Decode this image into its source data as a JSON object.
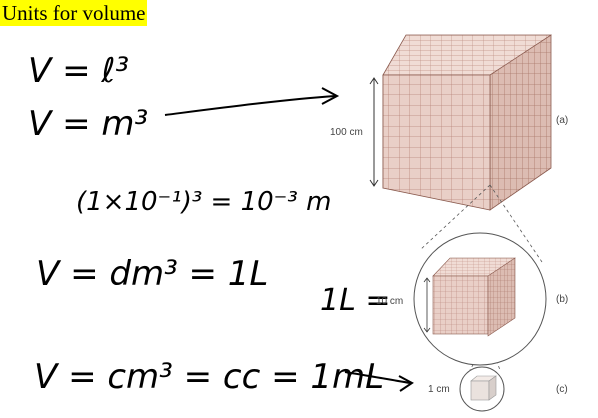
{
  "title": "Units for volume",
  "handwriting": {
    "line1": "V = ℓ³",
    "line2": "V = m³",
    "line3": "(1×10⁻¹)³ = 10⁻³ m",
    "line4": "V = dm³ = 1L",
    "line5": "V = cm³ = cc = 1mL",
    "line6": "1L ="
  },
  "figure": {
    "big_label": "100 cm",
    "big_tag": "(a)",
    "mid_label": "10 cm",
    "mid_tag": "(b)",
    "small_label": "1 cm",
    "small_tag": "(c)"
  }
}
